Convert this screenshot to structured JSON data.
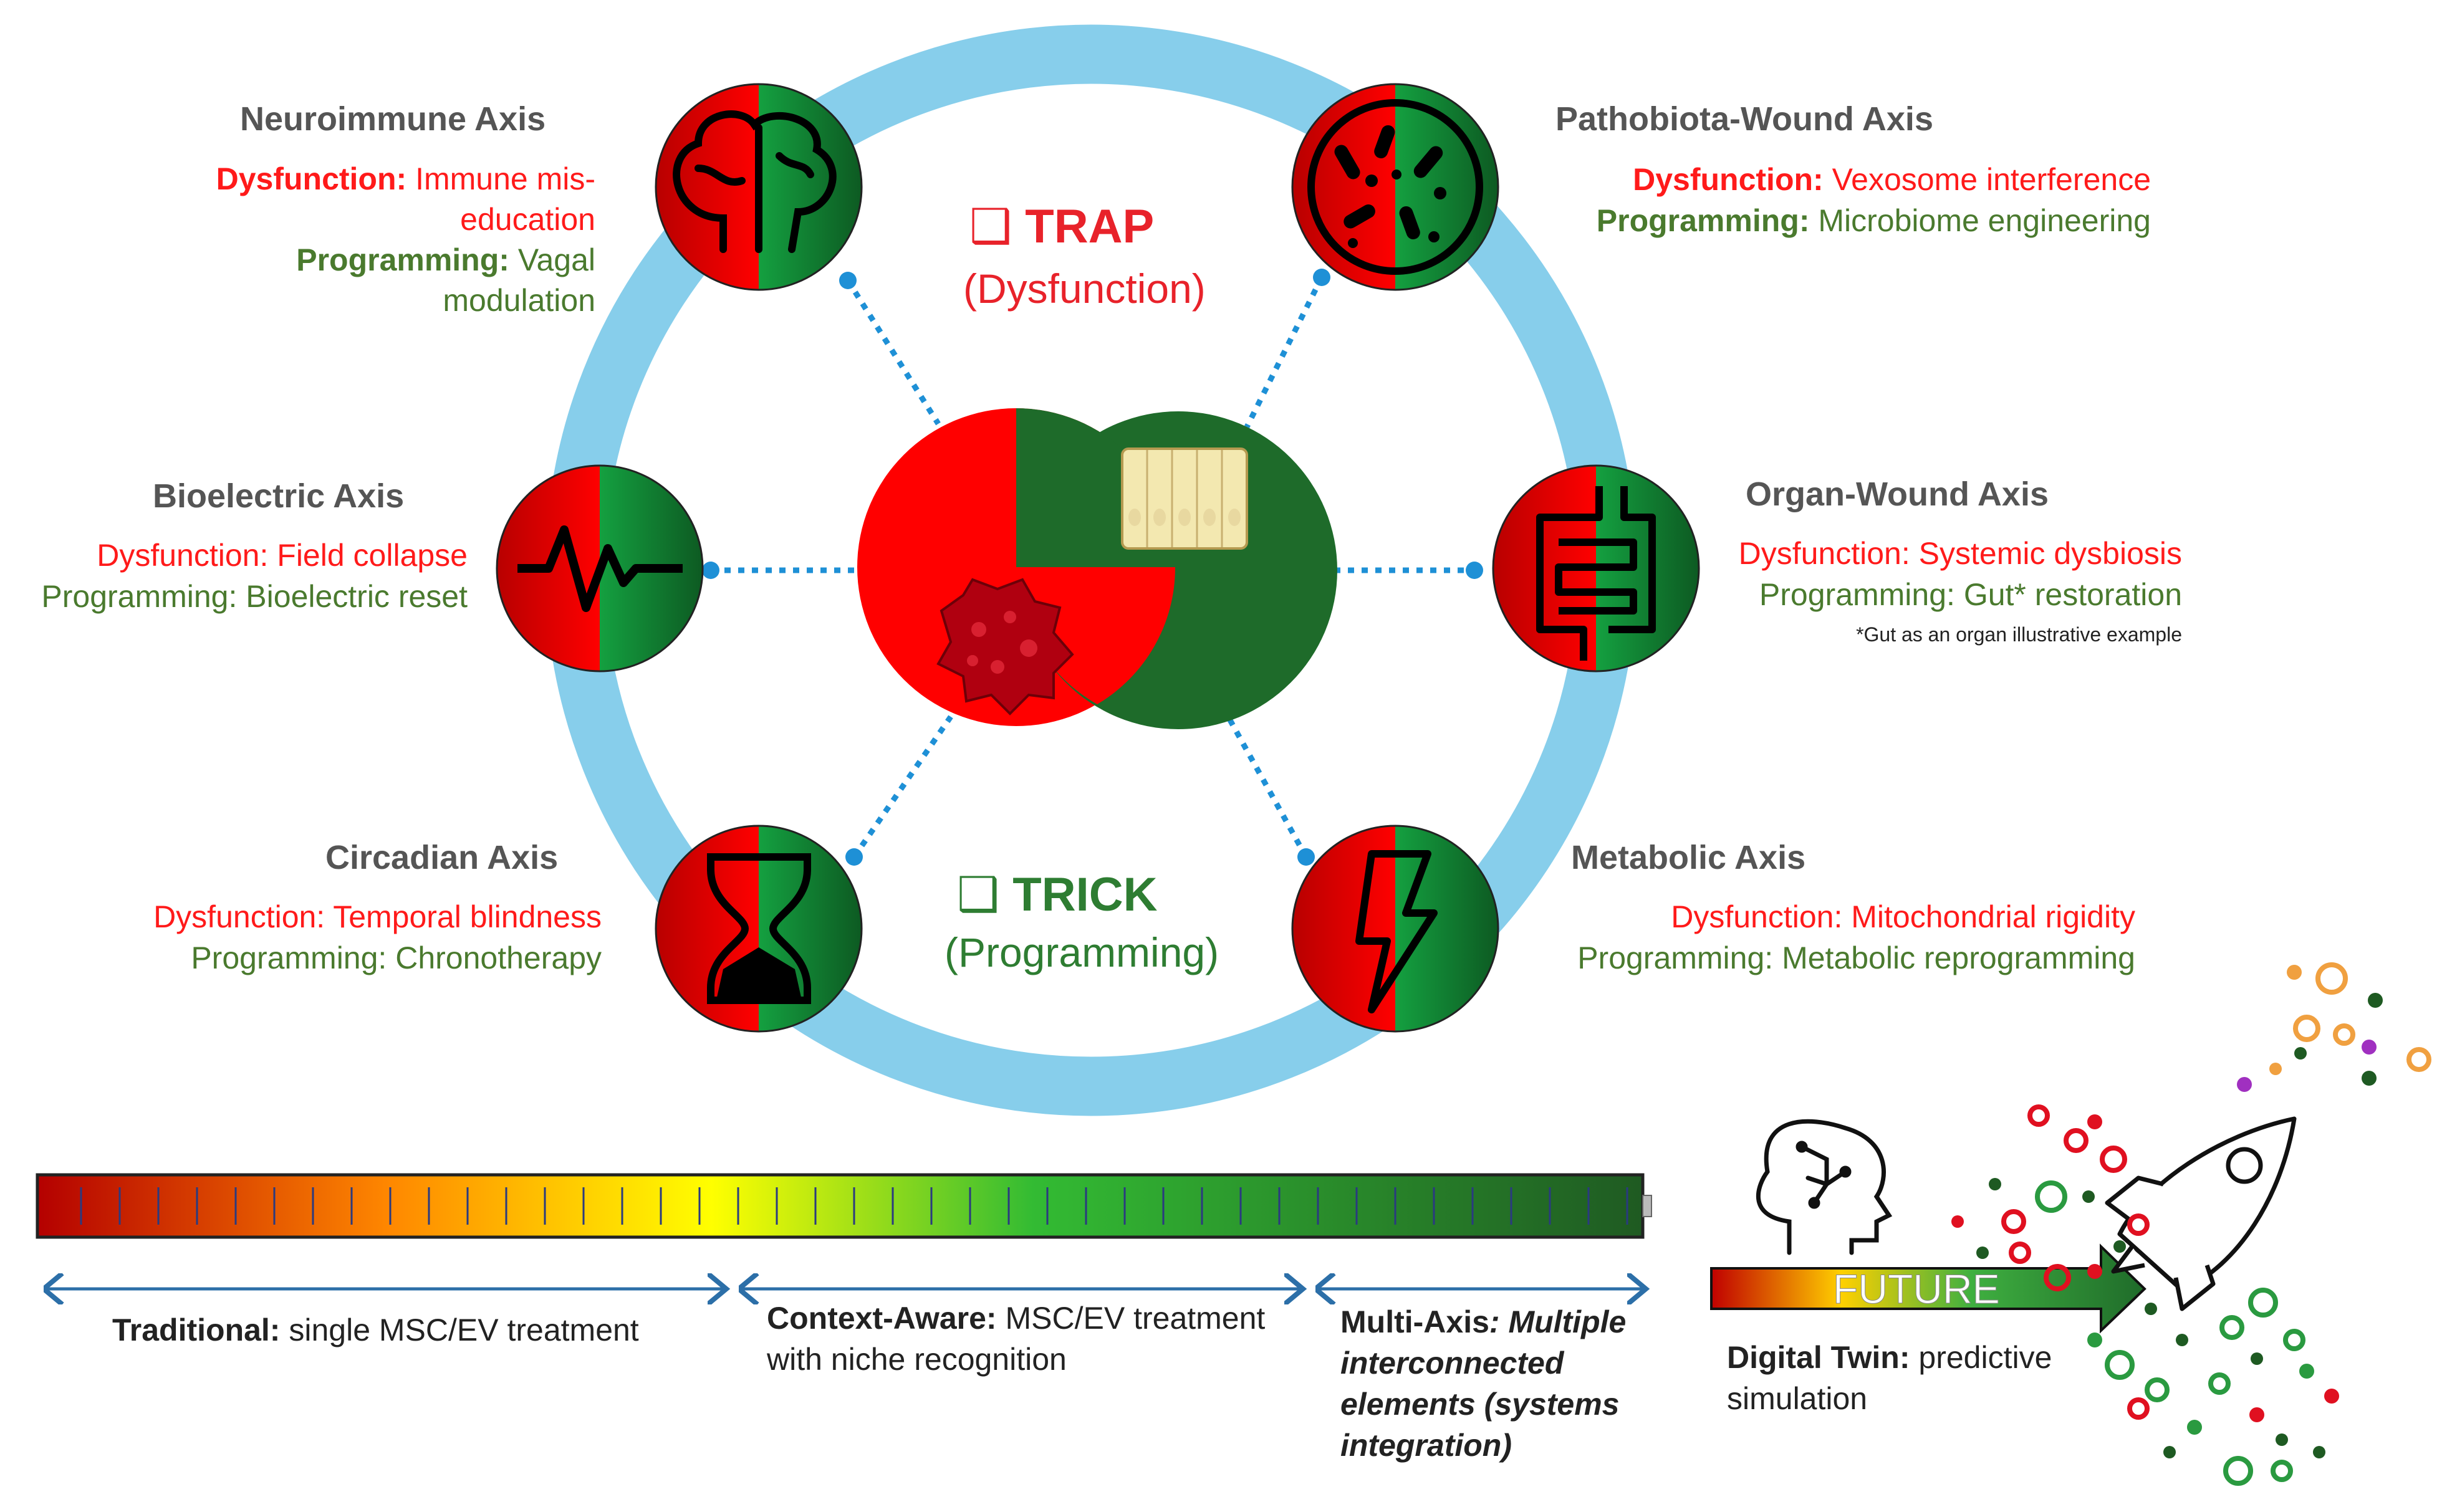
{
  "center": {
    "trap": {
      "box": "❑",
      "label": "TRAP",
      "sub": "(Dysfunction)",
      "color": "#e8222a"
    },
    "trick": {
      "box": "❑",
      "label": "TRICK",
      "sub": "(Programming)",
      "color": "#2e7d32"
    }
  },
  "axes": [
    {
      "id": "neuroimmune",
      "title": "Neuroimmune Axis",
      "dys_label": "Dysfunction:",
      "dys_line1": "Immune mis-",
      "dys_line2": "education",
      "prog_label": "Programming:",
      "prog_line1": "Vagal",
      "prog_line2": "modulation",
      "icon": "brain-icon"
    },
    {
      "id": "bioelectric",
      "title": "Bioelectric Axis",
      "dys_label": "Dysfunction:",
      "dys_text": "Field collapse",
      "prog_label": "Programming:",
      "prog_text": "Bioelectric reset",
      "icon": "pulse-icon"
    },
    {
      "id": "circadian",
      "title": "Circadian Axis",
      "dys_label": "Dysfunction:",
      "dys_text": "Temporal blindness",
      "prog_label": "Programming:",
      "prog_text": "Chronotherapy",
      "icon": "hourglass-icon"
    },
    {
      "id": "pathobiota",
      "title": "Pathobiota-Wound Axis",
      "dys_label": "Dysfunction:",
      "dys_text": "Vexosome interference",
      "prog_label": "Programming:",
      "prog_text": "Microbiome engineering",
      "icon": "petri-dish-icon"
    },
    {
      "id": "organ",
      "title": "Organ-Wound Axis",
      "dys_label": "Dysfunction:",
      "dys_text": "Systemic dysbiosis",
      "prog_label": "Programming:",
      "prog_text": "Gut* restoration",
      "footnote": "*Gut as an organ illustrative example",
      "icon": "intestine-icon"
    },
    {
      "id": "metabolic",
      "title": "Metabolic Axis",
      "dys_label": "Dysfunction:",
      "dys_text": "Mitochondrial rigidity",
      "prog_label": "Programming:",
      "prog_text": "Metabolic reprogramming",
      "icon": "lightning-icon"
    }
  ],
  "timeline": {
    "traditional": {
      "label": "Traditional:",
      "text": "single MSC/EV treatment"
    },
    "context": {
      "label": "Context-Aware:",
      "line1": "MSC/EV treatment",
      "line2": "with niche recognition"
    },
    "multi": {
      "label": "Multi-Axis",
      "line1": ": Multiple",
      "line2": "interconnected",
      "line3": "elements (systems",
      "line4": "integration)"
    }
  },
  "future": {
    "arrow_label": "FUTURE",
    "twin_label": "Digital Twin:",
    "twin_line1": "predictive",
    "twin_line2": "simulation"
  },
  "colors": {
    "ring": "#87ceeb",
    "red": "#ff0000",
    "green": "#1e6b2a",
    "dots": "#1e90d6"
  }
}
